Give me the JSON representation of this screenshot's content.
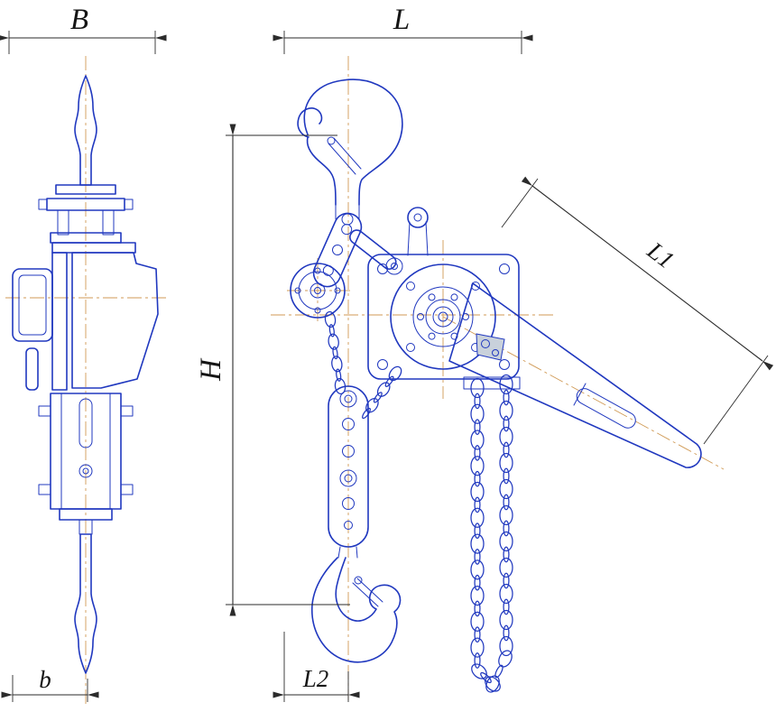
{
  "drawing": {
    "kind": "technical-drawing",
    "dimensions": {
      "B": "B",
      "b": "b",
      "L": "L",
      "L1": "L1",
      "L2": "L2",
      "H": "H"
    },
    "views": [
      {
        "name": "side-view",
        "dimension_labels": [
          "B",
          "b"
        ]
      },
      {
        "name": "front-view",
        "dimension_labels": [
          "L",
          "H",
          "L1",
          "L2"
        ]
      }
    ],
    "colors": {
      "line_blue": "#2038bf",
      "dimension_dark": "#2b2b2b",
      "centerline_orange": "#d09a55",
      "background": "#ffffff",
      "pawl_gray": "#c9d1db"
    }
  }
}
